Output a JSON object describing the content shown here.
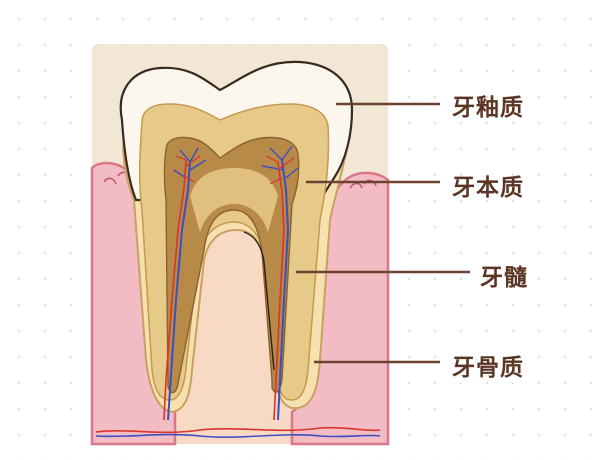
{
  "labels": {
    "enamel": "牙釉质",
    "dentin": "牙本质",
    "pulp": "牙髓",
    "cementum": "牙骨质"
  },
  "colors": {
    "card": "#f2e7d5",
    "enamel": "#fbf7ee",
    "dentin": "#e7c989",
    "pulp": "#b88a48",
    "gum": "#f3bcc4",
    "gum_edge": "#d97789",
    "label_text": "#5a3523",
    "leader_line": "#6d4230",
    "nerve_blue": "#3b4fc2",
    "vessel_red": "#d9342d"
  }
}
